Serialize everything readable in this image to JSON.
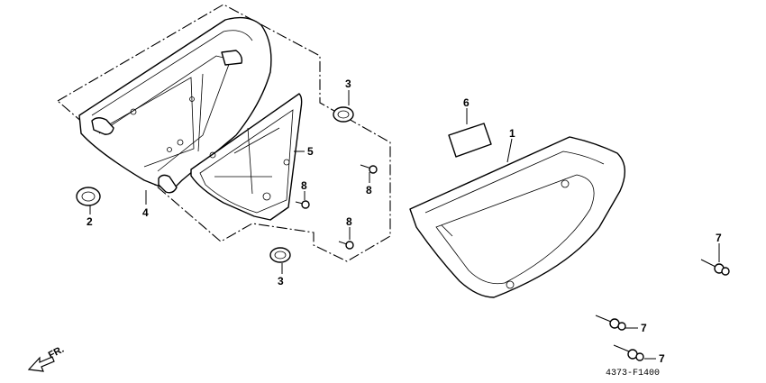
{
  "diagram": {
    "callouts": [
      {
        "id": "1",
        "text": "1"
      },
      {
        "id": "2",
        "text": "2"
      },
      {
        "id": "3a",
        "text": "3"
      },
      {
        "id": "3b",
        "text": "3"
      },
      {
        "id": "4",
        "text": "4"
      },
      {
        "id": "5",
        "text": "5"
      },
      {
        "id": "6",
        "text": "6"
      },
      {
        "id": "7a",
        "text": "7"
      },
      {
        "id": "7b",
        "text": "7"
      },
      {
        "id": "7c",
        "text": "7"
      },
      {
        "id": "8a",
        "text": "8"
      },
      {
        "id": "8b",
        "text": "8"
      },
      {
        "id": "8c",
        "text": "8"
      }
    ],
    "direction_label": "FR.",
    "drawing_code": "4373-F1400"
  }
}
